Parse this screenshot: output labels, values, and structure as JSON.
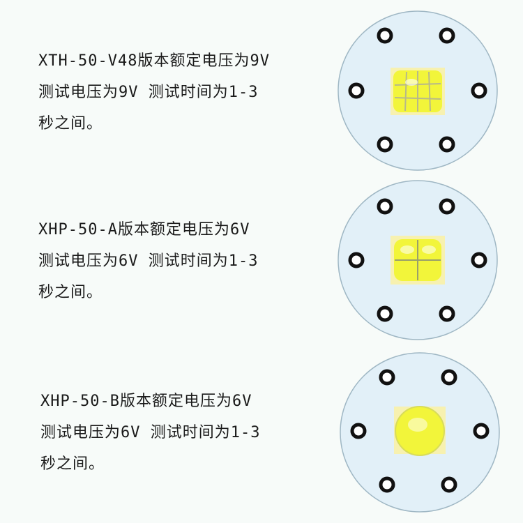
{
  "blocks": [
    {
      "lines": [
        "XTH-50-V48版本额定电压为9V",
        "测试电压为9V 测试时间为1-3",
        "秒之间。"
      ],
      "chip": "grid"
    },
    {
      "lines": [
        "XHP-50-A版本额定电压为6V",
        "测试电压为6V 测试时间为1-3",
        "秒之间。"
      ],
      "chip": "split"
    },
    {
      "lines": [
        "XHP-50-B版本额定电压为6V",
        "测试电压为6V 测试时间为1-3",
        "秒之间。"
      ],
      "chip": "dome"
    }
  ],
  "colors": {
    "board": "#e2f0f8",
    "chip": "#f2f53a",
    "hole": "#111111"
  }
}
